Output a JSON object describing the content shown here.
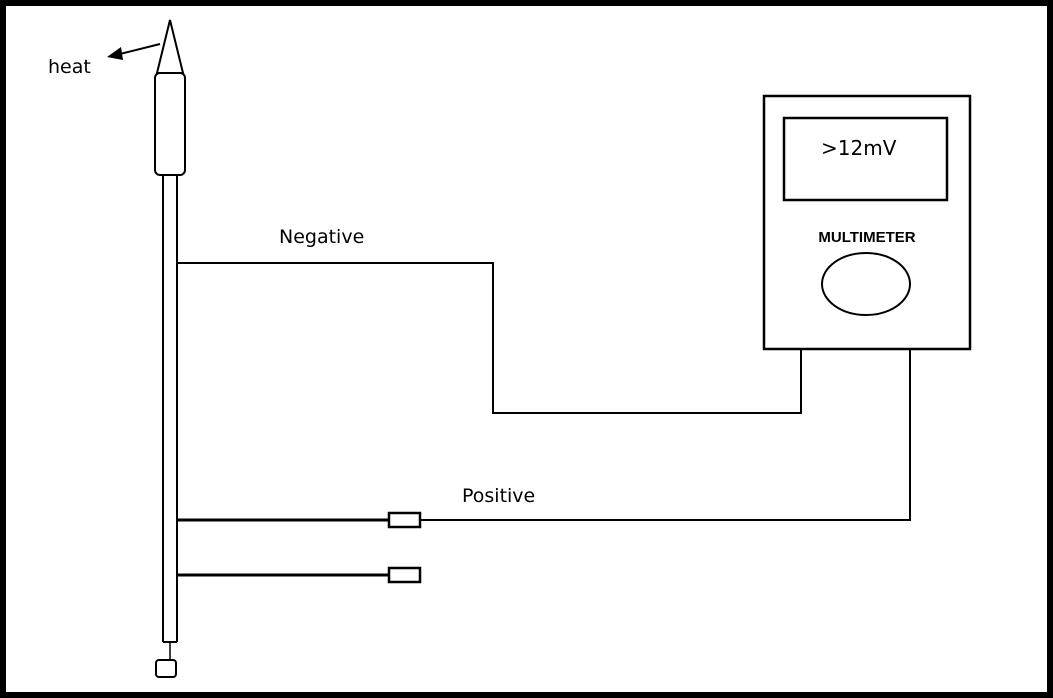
{
  "labels": {
    "heat": "heat",
    "negative": "Negative",
    "positive": "Positive",
    "multimeter": "MULTIMETER",
    "reading": ">12mV"
  },
  "colors": {
    "stroke": "#000000",
    "background": "#ffffff"
  }
}
